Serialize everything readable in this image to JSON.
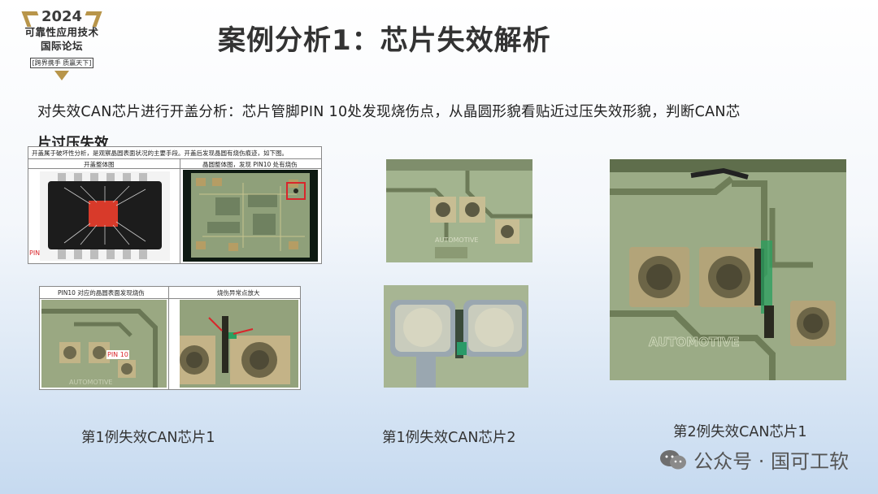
{
  "logo": {
    "year": "2024",
    "line1": "可靠性应用技术",
    "line2": "国际论坛",
    "line3": "[跨界携手 质赢天下]"
  },
  "title": "案例分析1：芯片失效解析",
  "body_text": "对失效CAN芯片进行开盖分析：芯片管脚PIN 10处发现烧伤点，从晶圆形貌看贴近过压失效形貌，判断CAN芯",
  "body_text_cont": "片过压失效",
  "panel1": {
    "note": "开盖属于破坏性分析，是观察晶圆表面状况的主要手段。开盖后发现晶圆有烧伤痕迹，如下图。",
    "col1": "开盖整体图",
    "col2": "晶圆整体图，发现 PIN10 处有烧伤",
    "pin_label": "PIN"
  },
  "panel2": {
    "col1": "PIN10 对应的晶圆表面发现烧伤",
    "col2": "烧伤异常点放大",
    "pin_label": "PIN 10",
    "marking": "AUTOMOTIVE"
  },
  "photo_mid_top": {
    "marking": "AUTOMOTIVE"
  },
  "photo_right": {
    "marking": "AUTOMOTIVE"
  },
  "captions": {
    "c1": "第1例失效CAN芯片1",
    "c2": "第1例失效CAN芯片2",
    "c3": "第2例失效CAN芯片1"
  },
  "watermark": "公众号 · 国可工软",
  "colors": {
    "die_green": "#8fa07a",
    "pad": "#a89a70",
    "burn": "#2a2a20",
    "highlight": "#d9262b",
    "gold": "#b8954a"
  }
}
